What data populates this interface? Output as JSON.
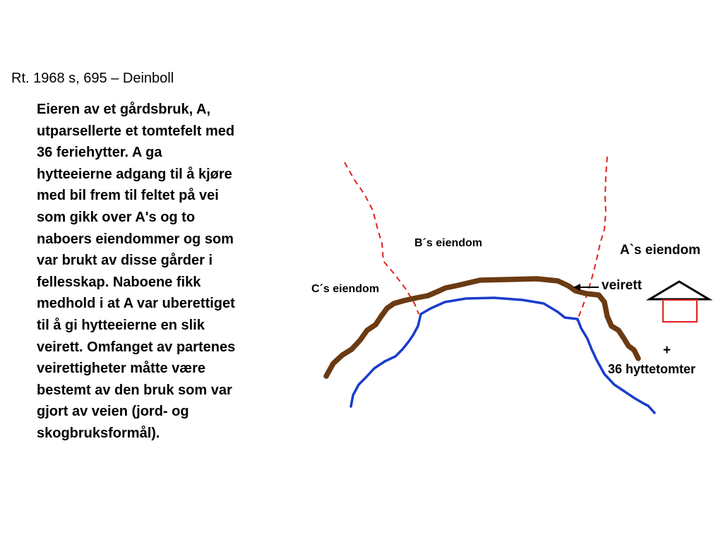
{
  "case": {
    "title": "Rt. 1968 s, 695 – Deinboll",
    "body_lines": [
      "Eieren av et gårdsbruk, A,",
      "utparsellerte et tomtefelt med",
      "36 feriehytter. A ga",
      "hytteeierne adgang til å kjøre",
      "med bil frem til feltet på vei",
      "som gikk over A's og to",
      "naboers eiendommer og som",
      "var brukt av disse gårder i",
      "fellesskap. Naboene fikk",
      "medhold i at A var uberettiget",
      "til å gi hytteeierne en slik",
      "veirett. Omfanget av partenes",
      "veirettigheter måtte være",
      "bestemt av den bruk som var",
      "gjort av veien (jord- og",
      "skogbruksformål)."
    ]
  },
  "diagram": {
    "property_b_label": "B´s eiendom",
    "property_a_label": "A`s eiendom",
    "property_c_label": "C´s eiendom",
    "right_of_way_label": "veirett",
    "plus_label": "+",
    "cabin_plots_label": "36 hyttetomter",
    "colors": {
      "road": "#6b3a12",
      "river": "#1a3ccc",
      "boundary": "#e02020",
      "house_body": "#e02020",
      "house_roof": "#000000",
      "arrow": "#000000"
    },
    "icons": [
      "house-icon",
      "arrow-left-icon"
    ]
  }
}
